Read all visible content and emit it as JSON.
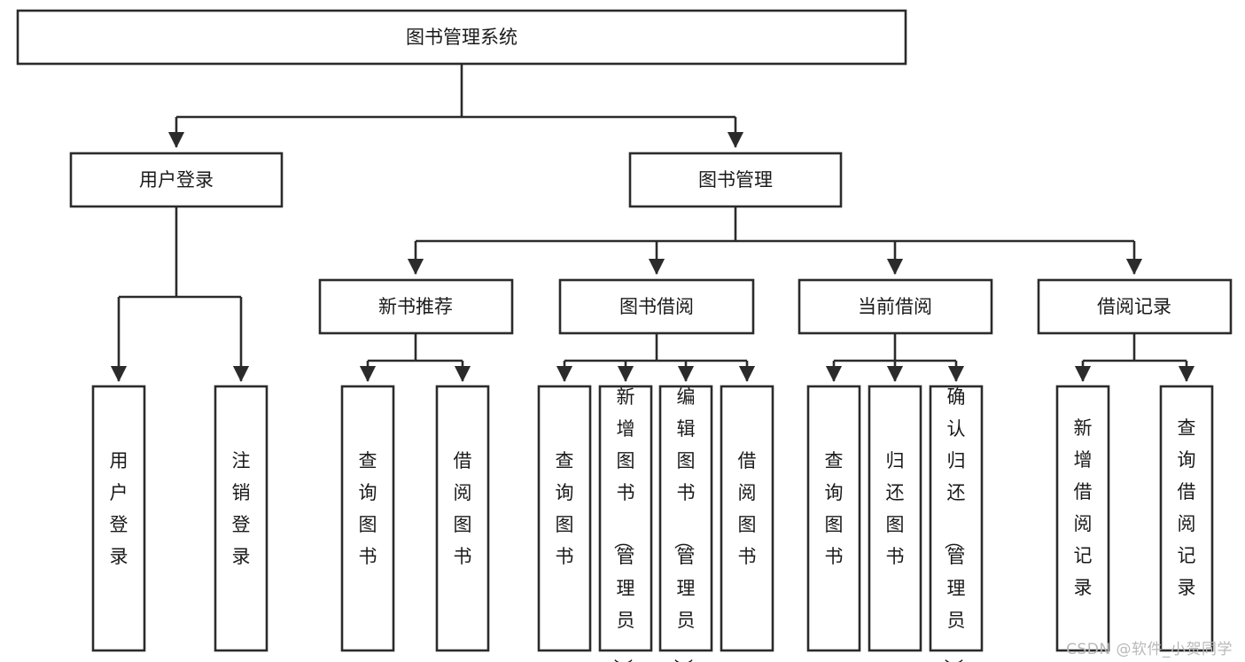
{
  "diagram": {
    "type": "tree-hierarchy",
    "title": "图书管理系统",
    "orientation": "top-down",
    "colors": {
      "stroke": "#2b2b2b",
      "fill": "#ffffff",
      "text": "#1a1a1a",
      "watermark": "#b9b9b9"
    },
    "root": {
      "label": "图书管理系统"
    },
    "level1": [
      {
        "label": "用户登录"
      },
      {
        "label": "图书管理"
      }
    ],
    "level2": [
      {
        "label": "新书推荐"
      },
      {
        "label": "图书借阅"
      },
      {
        "label": "当前借阅"
      },
      {
        "label": "借阅记录"
      }
    ],
    "leaves": {
      "user_login": [
        {
          "label": "用户登录"
        },
        {
          "label": "注销登录"
        }
      ],
      "new_book": [
        {
          "label": "查询图书"
        },
        {
          "label": "借阅图书"
        }
      ],
      "book_borrow": [
        {
          "label": "查询图书"
        },
        {
          "label": "新增图书（管理员）"
        },
        {
          "label": "编辑图书（管理员）"
        },
        {
          "label": "借阅图书"
        }
      ],
      "current_borrow": [
        {
          "label": "查询图书"
        },
        {
          "label": "归还图书"
        },
        {
          "label": "确认归还（管理员）"
        }
      ],
      "borrow_record": [
        {
          "label": "新增借阅记录"
        },
        {
          "label": "查询借阅记录"
        }
      ]
    }
  },
  "watermark": {
    "text": "CSDN @软件_小贺同学"
  }
}
